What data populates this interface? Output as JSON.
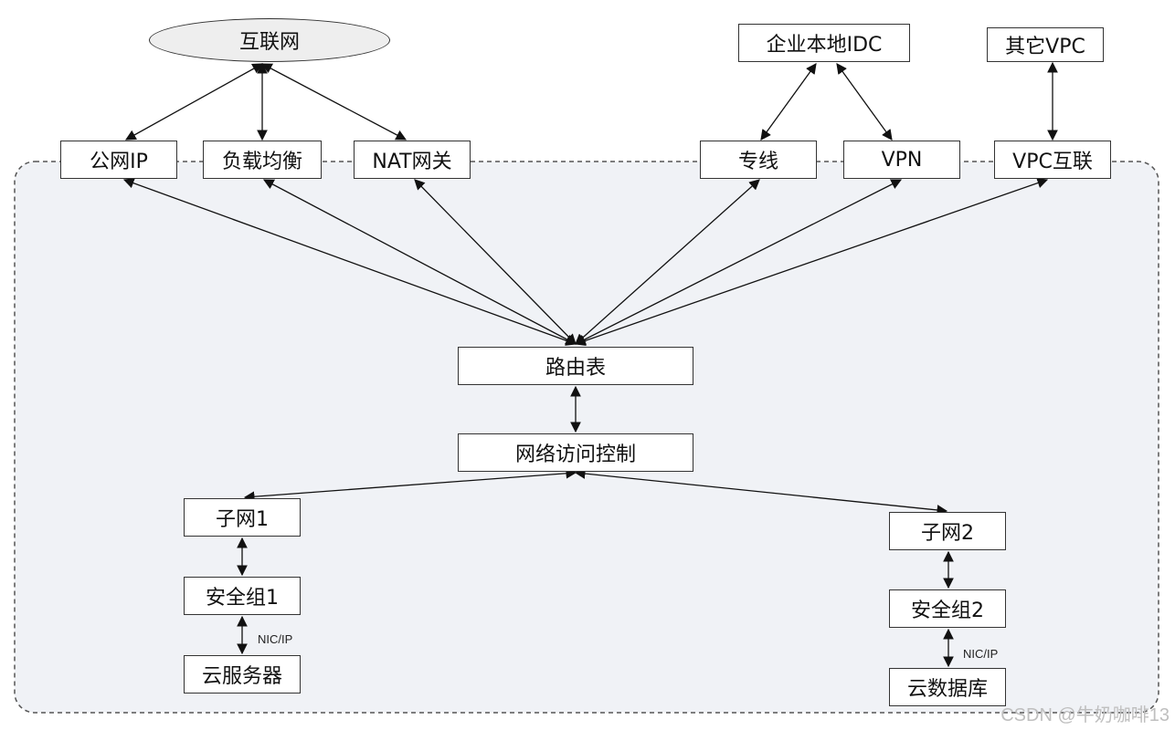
{
  "nodes": {
    "internet": "互联网",
    "idc": "企业本地IDC",
    "other_vpc": "其它VPC",
    "public_ip": "公网IP",
    "load_balancer": "负载均衡",
    "nat_gateway": "NAT网关",
    "dedicated_line": "专线",
    "vpn": "VPN",
    "vpc_peering": "VPC互联",
    "route_table": "路由表",
    "network_acl": "网络访问控制",
    "subnet1": "子网1",
    "security_group1": "安全组1",
    "cloud_server": "云服务器",
    "subnet2": "子网2",
    "security_group2": "安全组2",
    "cloud_database": "云数据库"
  },
  "labels": {
    "nic_ip_left": "NIC/IP",
    "nic_ip_right": "NIC/IP"
  },
  "watermark": "CSDN @牛奶咖啡13",
  "colors": {
    "vpc_region_fill": "#f0f2f6",
    "vpc_region_border": "#555555",
    "line": "#111111"
  }
}
